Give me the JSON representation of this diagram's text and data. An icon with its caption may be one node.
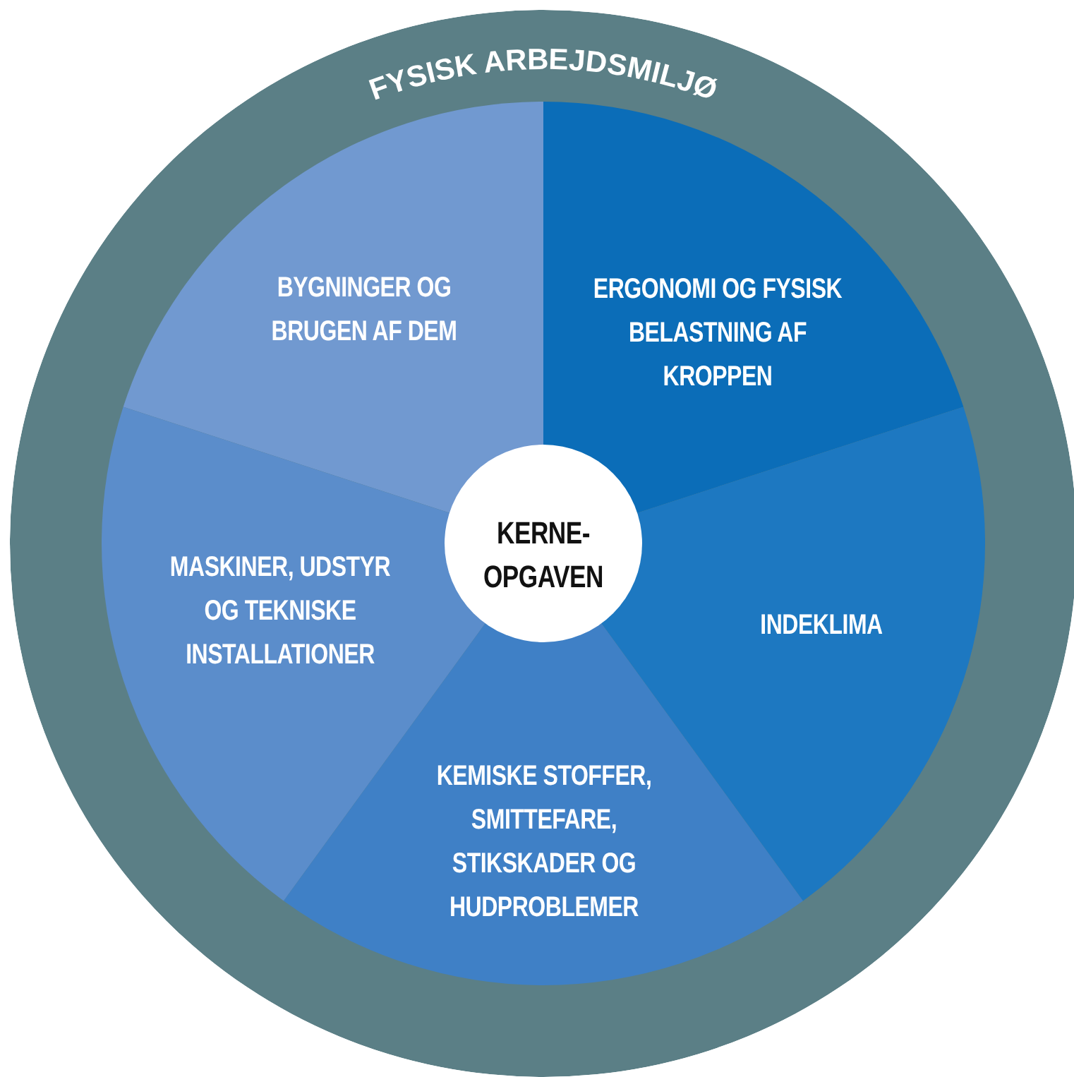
{
  "diagram": {
    "nodes": [
      {
        "text": [
          "FYSISK ARBEJDSMILJØ"
        ]
      },
      {
        "text": [
          "BYGNINGER OG BRUGEN AF DEM"
        ],
        "in": 0
      },
      {
        "text": [
          "ERGONOMI OG FYSISK BELASTNING AF KROPPEN"
        ],
        "in": 0
      },
      {
        "text": [
          "KERNE- OPGAVEN"
        ],
        "in": 0
      },
      {
        "text": [
          "MASKINER, UDSTYR OG TEKNISKE INSTALLATIONER"
        ],
        "in": 0
      },
      {
        "text": [
          "INDEKLIMA"
        ],
        "in": 0
      },
      {
        "text": [
          "KEMISKE STOFFER, SMITTEFARE, STIKSKADER OG HUDPROBLEMER"
        ],
        "in": 0
      }
    ]
  }
}
